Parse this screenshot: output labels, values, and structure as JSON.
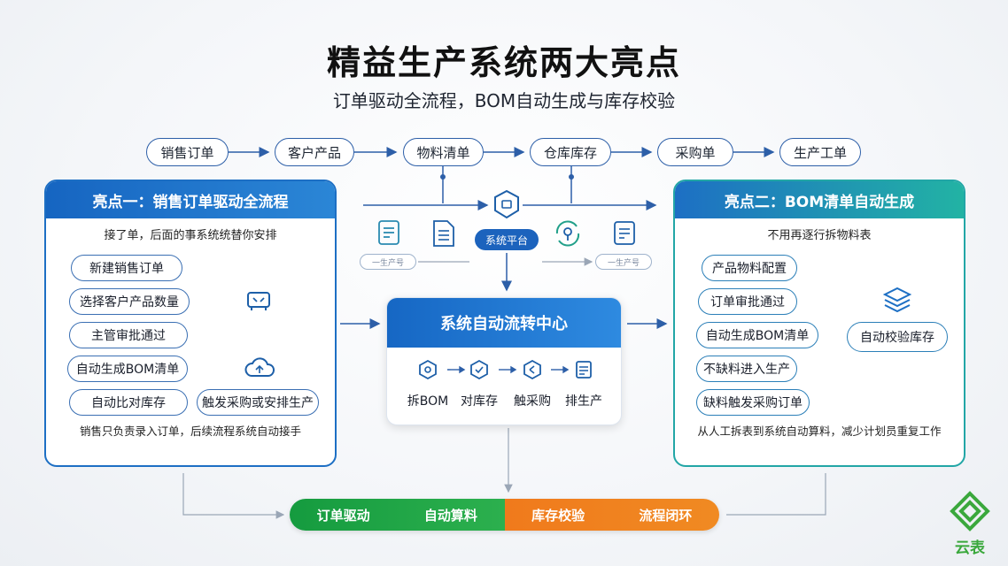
{
  "title": "精益生产系统两大亮点",
  "subtitle": "订单驱动全流程，BOM自动生成与库存校验",
  "flow": [
    "销售订单",
    "客户产品",
    "物料清单",
    "仓库库存",
    "采购单",
    "生产工单"
  ],
  "left_panel": {
    "title": "亮点一：销售订单驱动全流程",
    "subtitle": "接了单，后面的事系统统替你安排",
    "steps": [
      "新建销售订单",
      "选择客户产品数量",
      "主管审批通过",
      "自动生成BOM清单",
      "自动比对库存",
      "触发采购或安排生产"
    ],
    "footer": "销售只负责录入订单，后续流程系统自动接手"
  },
  "right_panel": {
    "title": "亮点二：BOM清单自动生成",
    "subtitle": "不用再逐行拆物料表",
    "steps": [
      "产品物料配置",
      "订单审批通过",
      "自动生成BOM清单",
      "不缺料进入生产",
      "缺料触发采购订单"
    ],
    "side": "自动校验库存",
    "footer": "从人工拆表到系统自动算料，减少计划员重复工作"
  },
  "center": {
    "platform": "系统平台",
    "small_pills": [
      "一生产号",
      "一生产号"
    ],
    "title": "系统自动流转中心",
    "stages": [
      "拆BOM",
      "对库存",
      "触采购",
      "排生产"
    ]
  },
  "bottom_bar": [
    "订单驱动",
    "自动算料",
    "库存校验",
    "流程闭环"
  ],
  "logo_text": "云表",
  "colors": {
    "blue": "#1d6fc4",
    "teal": "#22a6a6",
    "green": "#2cb04e",
    "orange": "#f08a22"
  }
}
